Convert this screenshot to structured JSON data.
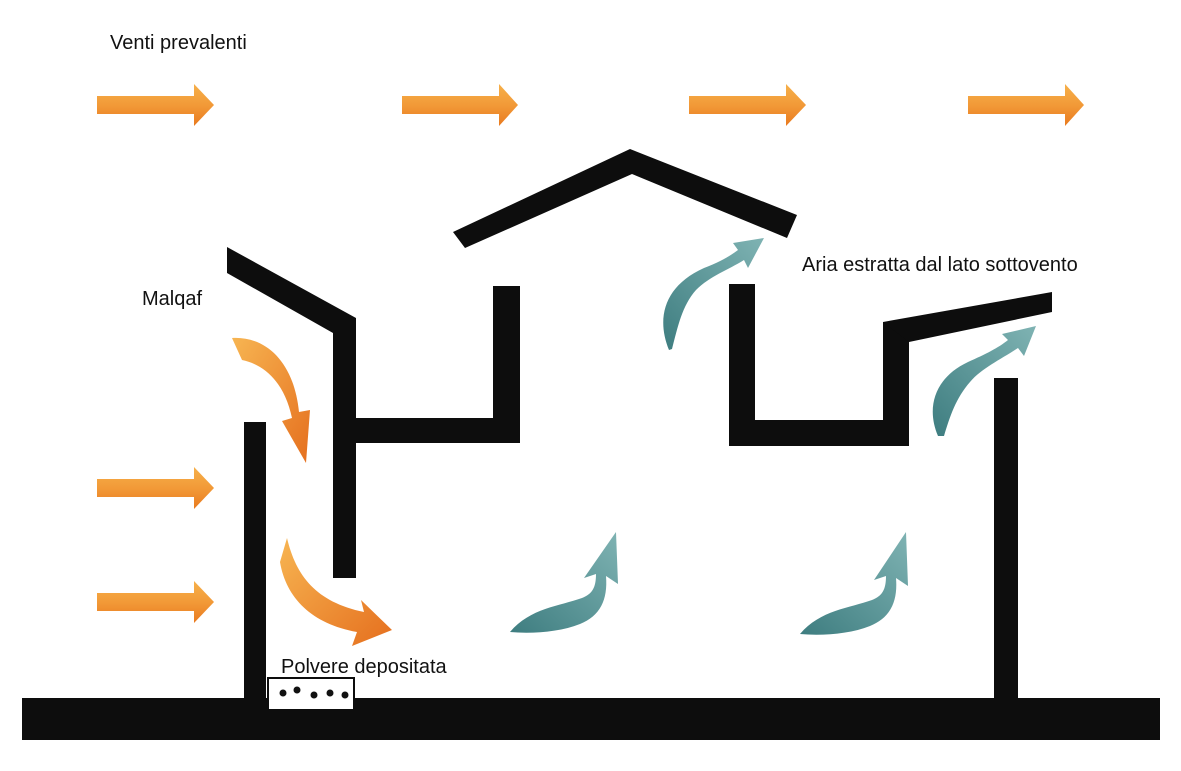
{
  "labels": {
    "prevailing_winds": "Venti prevalenti",
    "malqaf": "Malqaf",
    "extracted_air": "Aria estratta dal lato sottovento",
    "deposited_dust": "Polvere depositata"
  },
  "colors": {
    "structure": "#0d0d0d",
    "wind_arrow_light": "#f6b04a",
    "wind_arrow_dark": "#ec7d22",
    "inflow_arrow": "#ec8a2c",
    "outflow_arrow": "#4a8588",
    "background": "#ffffff"
  },
  "icons": {
    "wind": "wind-arrow-icon",
    "inflow": "curved-inflow-arrow-icon",
    "outflow": "curved-outflow-arrow-icon",
    "dust": "dust-particle-icon"
  }
}
